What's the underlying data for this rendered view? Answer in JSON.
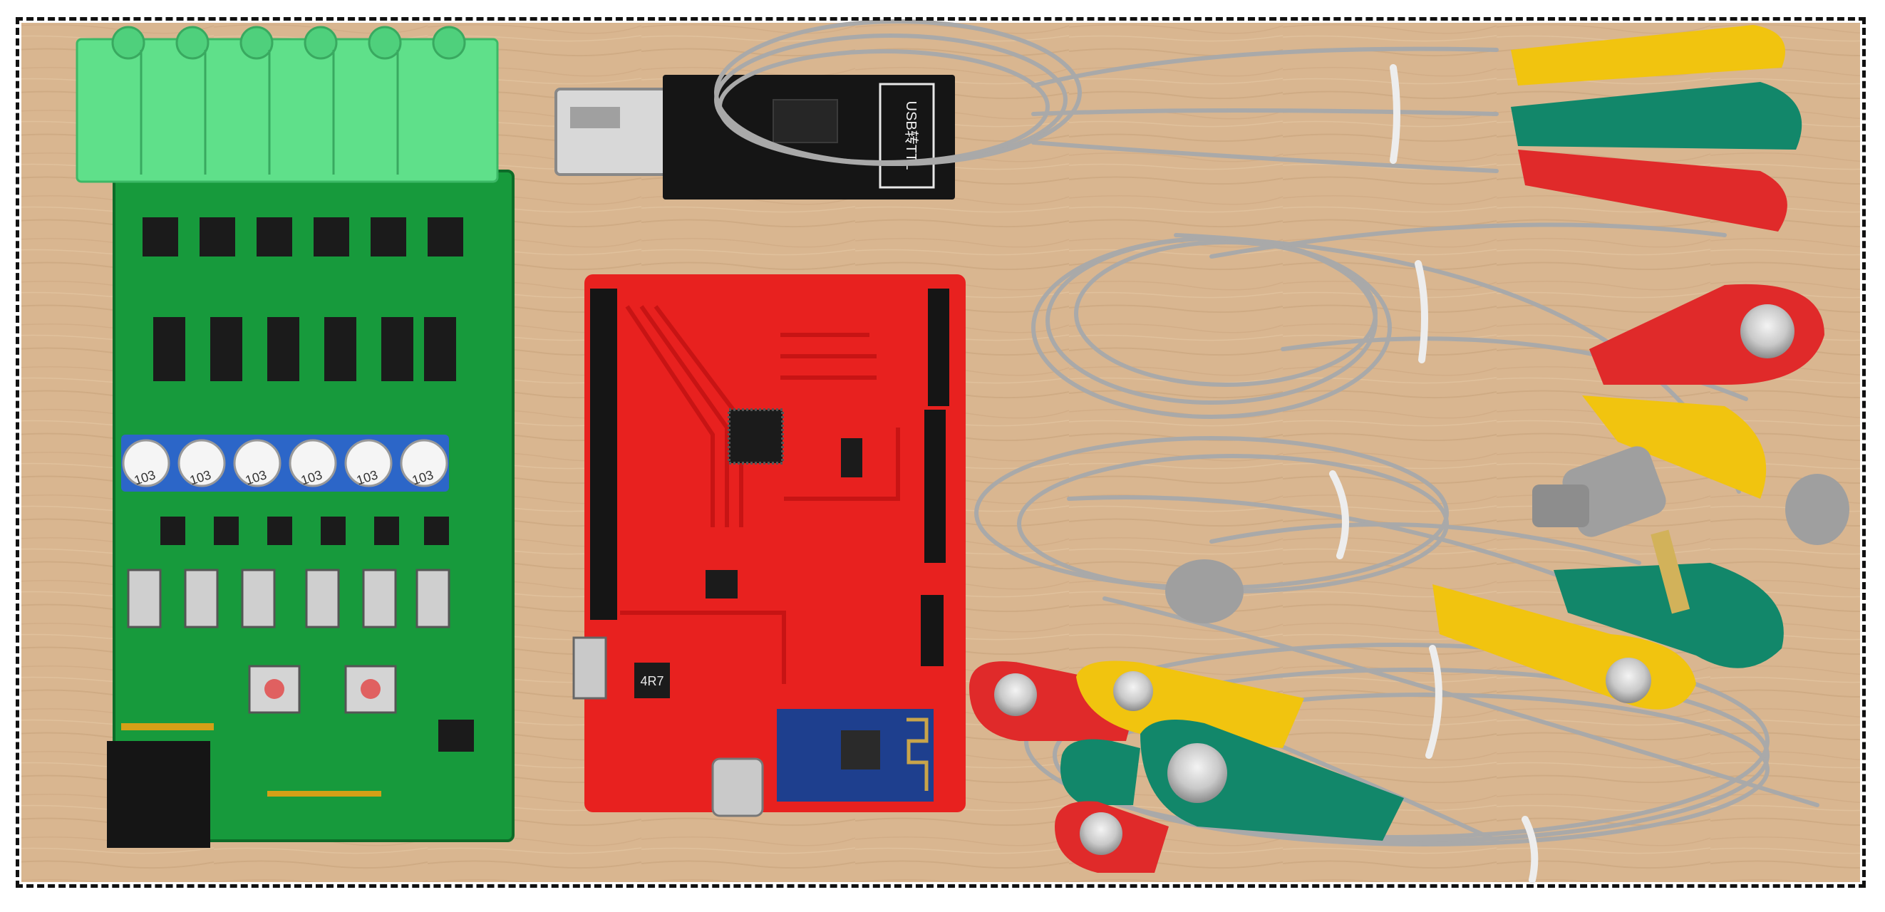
{
  "photo": {
    "subject": "hardware-kit",
    "colors": {
      "wood": "#d9b690",
      "wood_grain": "#c49d76",
      "pcb_green": "#179a3c",
      "pcb_green_dark": "#0d6b28",
      "terminal_green": "#5fe08a",
      "pcb_red": "#e8211f",
      "pcb_red_trace": "#c71414",
      "pcb_black": "#151515",
      "pcb_blue": "#1e3f8e",
      "pot_blue": "#2c66c8",
      "cable_gray": "#a9a9a9",
      "lead_yellow": "#f1c40f",
      "lead_green": "#12876a",
      "lead_red": "#e02a2a",
      "chip_black": "#1b1b1b",
      "metal": "#c9c9c9"
    }
  },
  "labels": {
    "usb_board_text": "USB转TTL",
    "pot_code": "103",
    "inductor_code": "4R7"
  }
}
